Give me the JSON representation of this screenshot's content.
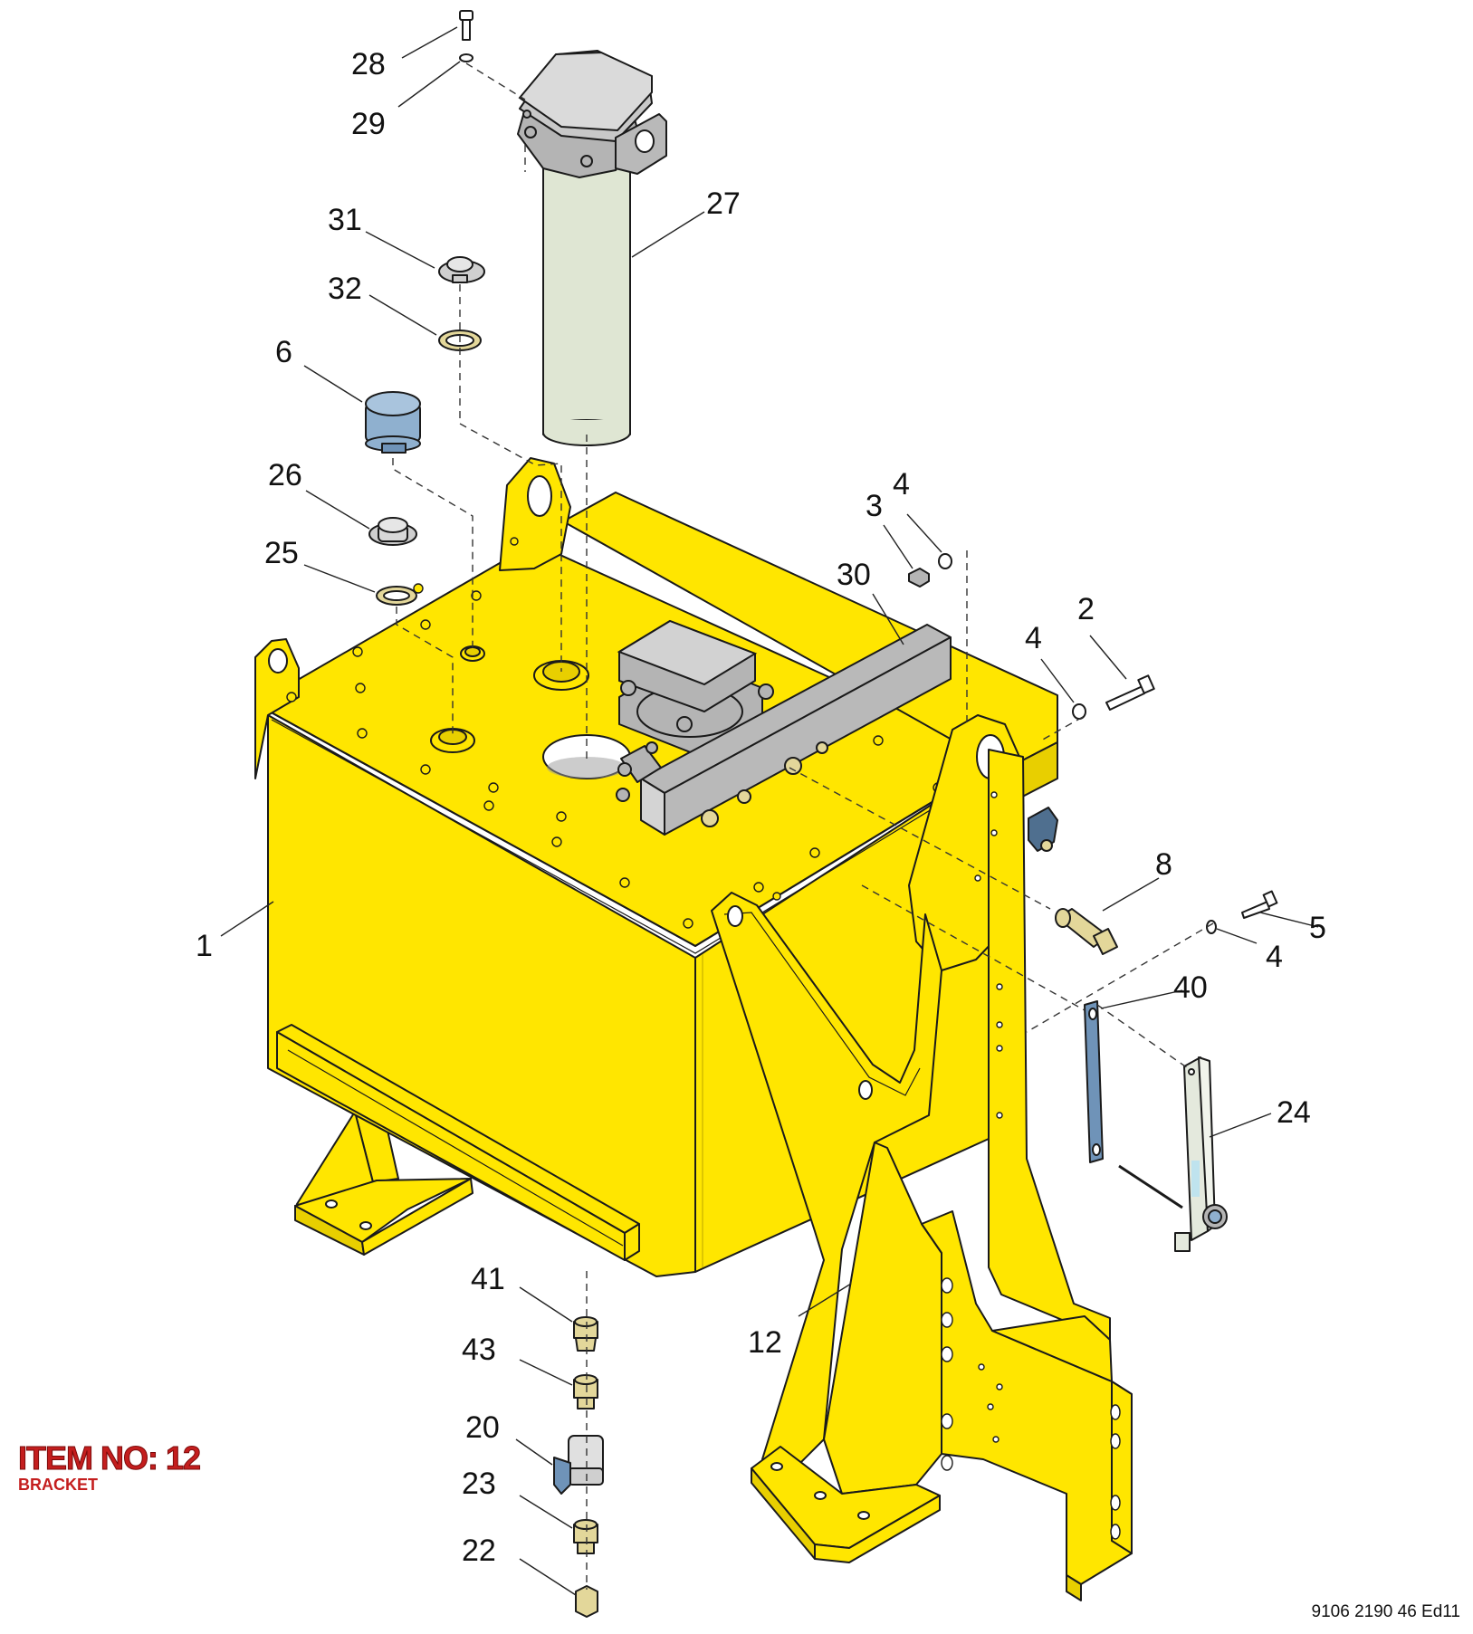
{
  "drawing": {
    "item_label": "ITEM NO: 12",
    "item_name": "BRACKET",
    "document_ref": "9106 2190 46 Ed11"
  },
  "callouts": [
    {
      "id": "c28",
      "label": "28"
    },
    {
      "id": "c29",
      "label": "29"
    },
    {
      "id": "c27",
      "label": "27"
    },
    {
      "id": "c31",
      "label": "31"
    },
    {
      "id": "c32",
      "label": "32"
    },
    {
      "id": "c6",
      "label": "6"
    },
    {
      "id": "c26",
      "label": "26"
    },
    {
      "id": "c25",
      "label": "25"
    },
    {
      "id": "c4a",
      "label": "4"
    },
    {
      "id": "c3",
      "label": "3"
    },
    {
      "id": "c30",
      "label": "30"
    },
    {
      "id": "c2",
      "label": "2"
    },
    {
      "id": "c4b",
      "label": "4"
    },
    {
      "id": "c8",
      "label": "8"
    },
    {
      "id": "c5",
      "label": "5"
    },
    {
      "id": "c4c",
      "label": "4"
    },
    {
      "id": "c40",
      "label": "40"
    },
    {
      "id": "c1",
      "label": "1"
    },
    {
      "id": "c24",
      "label": "24"
    },
    {
      "id": "c41",
      "label": "41"
    },
    {
      "id": "c12",
      "label": "12"
    },
    {
      "id": "c43",
      "label": "43"
    },
    {
      "id": "c20",
      "label": "20"
    },
    {
      "id": "c23",
      "label": "23"
    },
    {
      "id": "c22",
      "label": "22"
    }
  ],
  "colors": {
    "tank_yellow": "#ffe600",
    "tank_yellow_dark": "#e8cf00",
    "metal_grey": "#b4b4b4",
    "filter_green": "#dfe6d3",
    "cap_blue": "#8fb0cf",
    "gauge_blue": "#6f93b8",
    "brass": "#e3d79a",
    "title_red": "#c41e1e"
  }
}
